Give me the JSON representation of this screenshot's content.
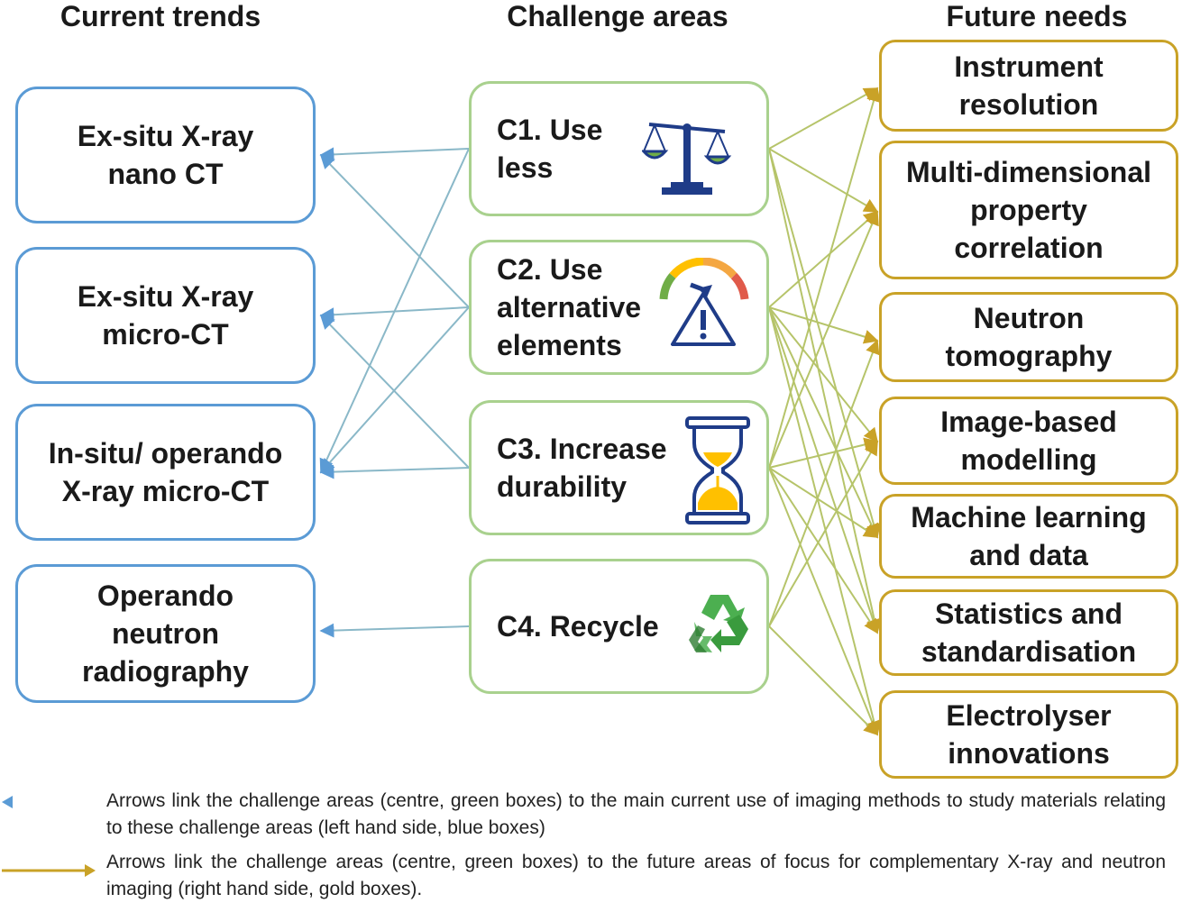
{
  "headers": {
    "current": "Current trends",
    "challenge": "Challenge areas",
    "future": "Future needs"
  },
  "current_trends": [
    "Ex-situ X-ray\nnano CT",
    "Ex-situ X-ray\nmicro-CT",
    "In-situ/ operando\nX-ray micro-CT",
    "Operando\nneutron\nradiography"
  ],
  "challenge_areas": [
    {
      "label": "C1. Use\nless",
      "icon": "scale-icon"
    },
    {
      "label": "C2. Use\nalternative\nelements",
      "icon": "warning-gauge-icon"
    },
    {
      "label": "C3. Increase\ndurability",
      "icon": "hourglass-icon"
    },
    {
      "label": "C4. Recycle",
      "icon": "recycle-icon"
    }
  ],
  "future_needs": [
    "Instrument\nresolution",
    "Multi-dimensional\nproperty\ncorrelation",
    "Neutron\ntomography",
    "Image-based\nmodelling",
    "Machine learning\nand data",
    "Statistics and\nstandardisation",
    "Electrolyser\ninnovations"
  ],
  "links_current": [
    [
      0,
      0
    ],
    [
      0,
      2
    ],
    [
      1,
      0
    ],
    [
      1,
      1
    ],
    [
      1,
      2
    ],
    [
      2,
      1
    ],
    [
      2,
      2
    ],
    [
      3,
      3
    ]
  ],
  "links_future": [
    [
      0,
      0
    ],
    [
      0,
      1
    ],
    [
      0,
      4
    ],
    [
      0,
      5
    ],
    [
      1,
      1
    ],
    [
      1,
      2
    ],
    [
      1,
      3
    ],
    [
      1,
      4
    ],
    [
      1,
      5
    ],
    [
      1,
      6
    ],
    [
      2,
      0
    ],
    [
      2,
      1
    ],
    [
      2,
      3
    ],
    [
      2,
      4
    ],
    [
      2,
      5
    ],
    [
      2,
      6
    ],
    [
      3,
      2
    ],
    [
      3,
      3
    ],
    [
      3,
      6
    ]
  ],
  "legend": {
    "current": "Arrows link the challenge areas (centre, green boxes) to the main current use of imaging methods to study materials relating to these challenge areas (left hand side, blue boxes)",
    "future": "Arrows link the challenge areas (centre, green boxes) to the future areas of focus for complementary X-ray and neutron imaging (right hand side, gold boxes)."
  },
  "colors": {
    "blue": "#5b9bd5",
    "green": "#a9d18e",
    "gold": "#c9a227"
  }
}
